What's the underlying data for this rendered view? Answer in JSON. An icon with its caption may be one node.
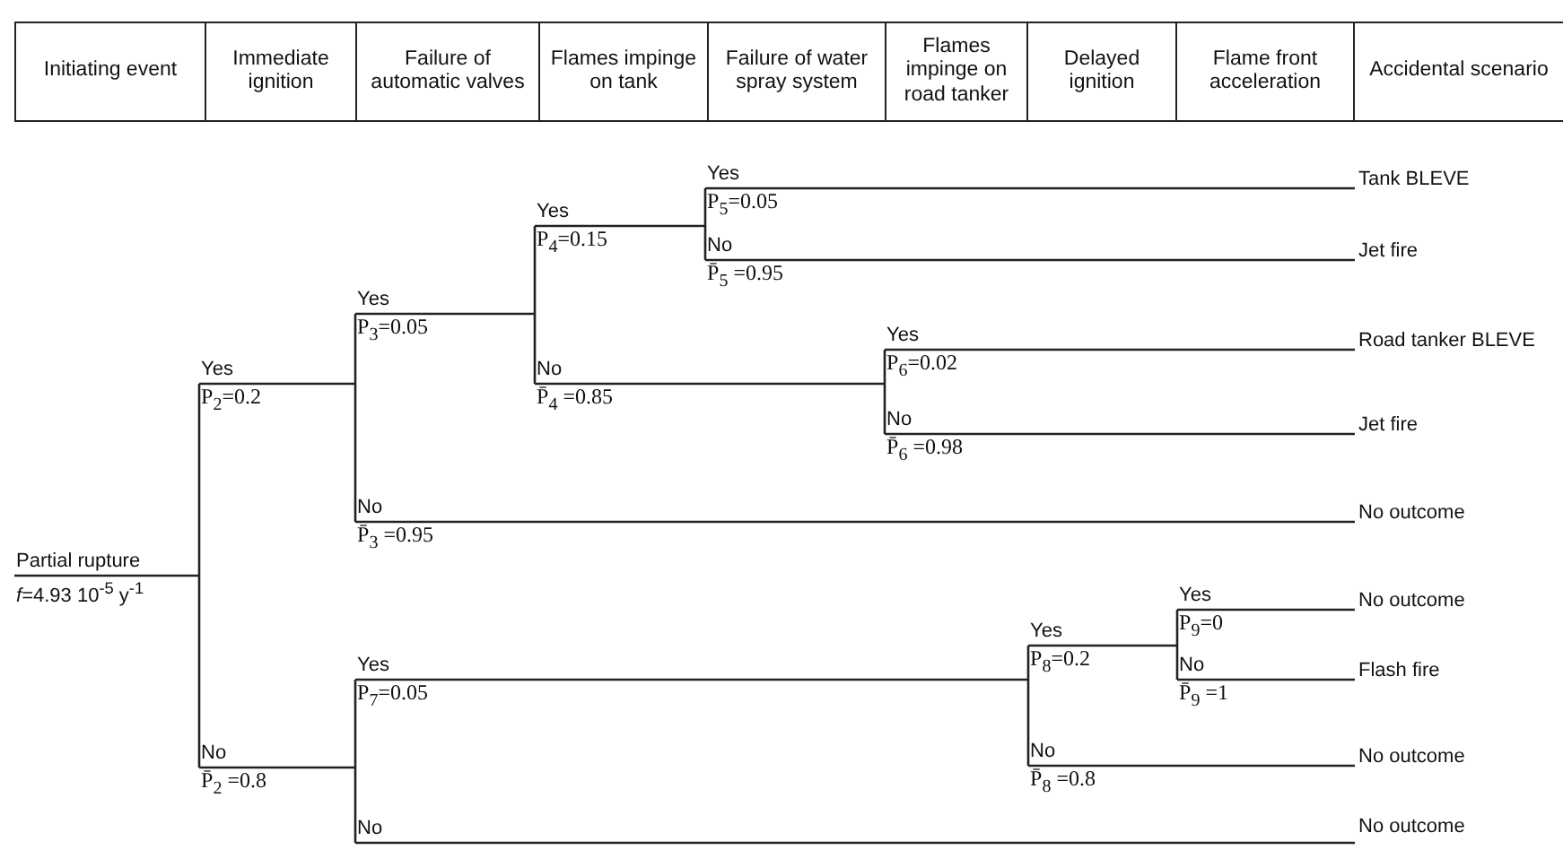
{
  "diagram": {
    "labels": [
      "Initiating event",
      "Immediate ignition",
      "Failure of automatic valves",
      "Flames impinge on tank",
      "Failure of water spray system",
      "Flames impinge on road tanker",
      "Delayed ignition",
      "Flame front acceleration",
      "Accidental scenario",
      "Yes",
      "Tank BLEVE",
      "Yes",
      "P$_{5}$=0.05",
      "P$_{4}$=0.15",
      "No",
      "Jet fire",
      "P̄$_{5}$ =0.95",
      "Yes",
      "P$_{3}$=0.05",
      "Yes",
      "Road tanker BLEVE",
      "Yes",
      "No",
      "P$_{6}$=0.02",
      "P$_{2}$=0.2",
      "P̄$_{4}$ =0.85",
      "No",
      "Jet fire",
      "P̄$_{6}$ =0.98",
      "No",
      "No outcome",
      "P̄$_{3}$ =0.95",
      "Partial rupture",
      "*f*=4.93 10$^{-5}$ y$^{-1}$",
      "Yes",
      "No outcome",
      "Yes",
      "P$_{9}$=0",
      "Yes",
      "P$_{8}$=0.2",
      "No",
      "Flash fire",
      "P$_{7}$=0.05",
      "P̄$_{9}$ =1",
      "No",
      "No",
      "No outcome",
      "P̄$_{2}$ =0.8",
      "P̄$_{8}$ =0.8",
      "No",
      "No outcome"
    ]
  }
}
